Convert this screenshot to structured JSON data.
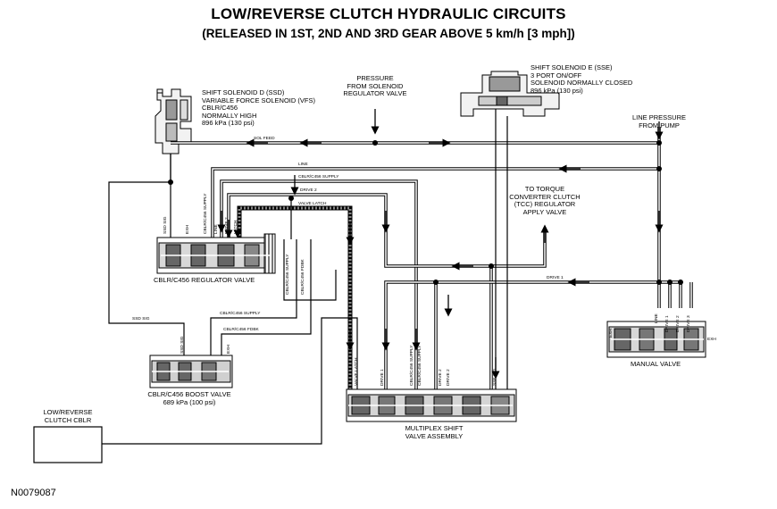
{
  "title": "LOW/REVERSE CLUTCH HYDRAULIC CIRCUITS",
  "subtitle": "(RELEASED IN 1ST, 2ND AND 3RD GEAR ABOVE 5 km/h [3 mph])",
  "figure_id": "N0079087",
  "components": {
    "ssd": [
      "SHIFT SOLENOID D (SSD)",
      "VARIABLE FORCE SOLENOID (VFS)",
      "CBLR/C456",
      "NORMALLY HIGH",
      "896 kPa (130 psi)"
    ],
    "pressure_regulator": [
      "PRESSURE",
      "FROM SOLENOID",
      "REGULATOR VALVE"
    ],
    "sse": [
      "SHIFT SOLENOID E (SSE)",
      "3 PORT ON/OFF",
      "SOLENOID NORMALLY CLOSED",
      "896 kPa (130 psi)"
    ],
    "line_pressure": [
      "LINE PRESSURE",
      "FROM PUMP"
    ],
    "tcc": [
      "TO TORQUE",
      "CONVERTER CLUTCH",
      "(TCC) REGULATOR",
      "APPLY VALVE"
    ],
    "regulator_valve": "CBLR/C456 REGULATOR VALVE",
    "boost_valve": [
      "CBLR/C456 BOOST VALVE",
      "689 kPa (100 psi)"
    ],
    "manual_valve": "MANUAL VALVE",
    "multiplex": [
      "MULTIPLEX SHIFT",
      "VALVE ASSEMBLY"
    ],
    "clutch": [
      "LOW/REVERSE",
      "CLUTCH CBLR"
    ]
  },
  "line_labels": {
    "sol_feed": "SOL FEED",
    "line": "LINE",
    "cblr_supply": "CBLR/C456 SUPPLY",
    "drive2": "DRIVE 2",
    "valve_latch": "VALVE LATCH",
    "drive1": "DRIVE 1",
    "ssd_sig": "SSD SIG",
    "boost_supply": "CBLR/C456 SUPPLY",
    "boost_fdbk": "CBLR/C456 FDBK"
  },
  "port_labels": {
    "reg_ssd_sig": "SSD SIG",
    "reg_exh": "EXH",
    "reg_supply_top": "CBLR/C456 SUPPLY",
    "reg_line": "LINE",
    "reg_drive2": "DRIVE 2",
    "reg_latch": "LATCH",
    "reg_supply_out": "CBLR/C456 SUPPLY",
    "reg_fdbk": "CBLR/C456 FDBK",
    "boost_ssd": "SSD SIG",
    "boost_exh": "EXH",
    "mux_latch": "VALVE LATCH",
    "mux_drive1": "DRIVE 1",
    "mux_supply1": "CBLR/C456 SUPPLY",
    "mux_supply2": "CBLR/C456 SUPPLY",
    "mux_drive2a": "DRIVE 2",
    "mux_drive2b": "DRIVE 2",
    "mux_sse": "SSE SIG",
    "mv_exh_left": "EXH",
    "mv_line": "LINE",
    "mv_drive1": "DRIVE 1",
    "mv_drive2": "DRIVE 2",
    "mv_drive3": "DRIVE 3",
    "mv_exh_right": "EXH"
  }
}
